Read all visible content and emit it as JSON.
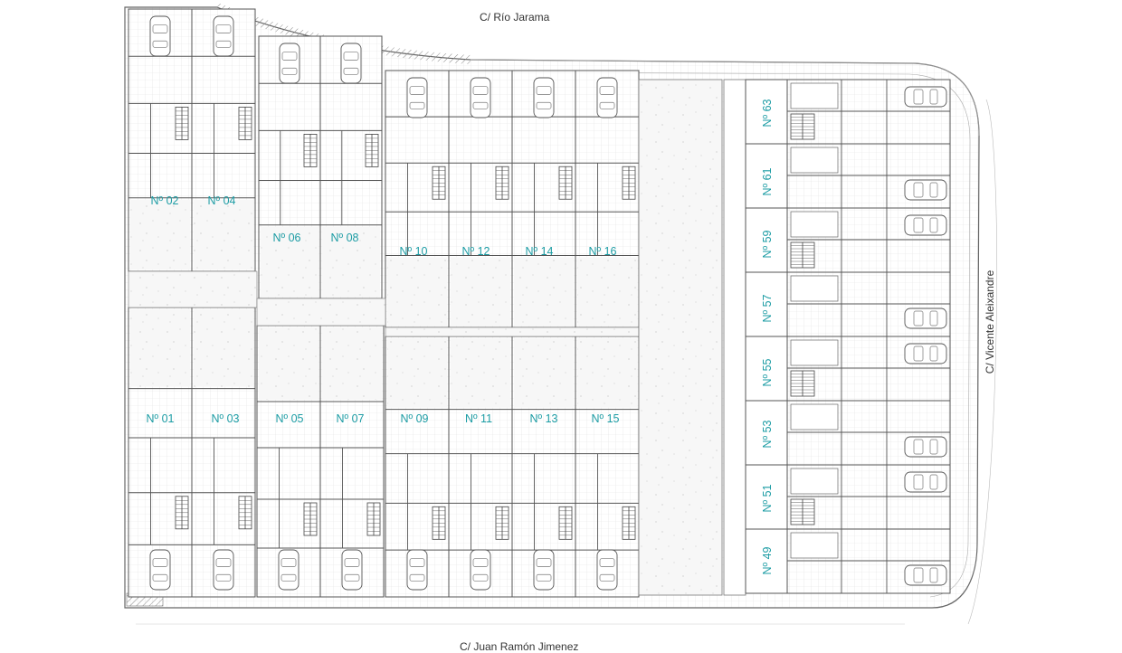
{
  "streets": {
    "top": "C/ Río Jarama",
    "bottom": "C/ Juan Ramón Jimenez",
    "right": "C/ Vicente Aleixandre"
  },
  "units_top_row": [
    "Nº 02",
    "Nº 04",
    "Nº 06",
    "Nº 08",
    "Nº 10",
    "Nº 12",
    "Nº 14",
    "Nº 16"
  ],
  "units_bottom_row": [
    "Nº 01",
    "Nº 03",
    "Nº 05",
    "Nº 07",
    "Nº 09",
    "Nº 11",
    "Nº 13",
    "Nº 15"
  ],
  "units_right_column": [
    "Nº 63",
    "Nº 61",
    "Nº 59",
    "Nº 57",
    "Nº 55",
    "Nº 53",
    "Nº 51",
    "Nº 49"
  ],
  "colors": {
    "label": "#1c9ca4",
    "wall": "#555555",
    "grid": "#cfcfcf",
    "hatch": "#888888"
  }
}
